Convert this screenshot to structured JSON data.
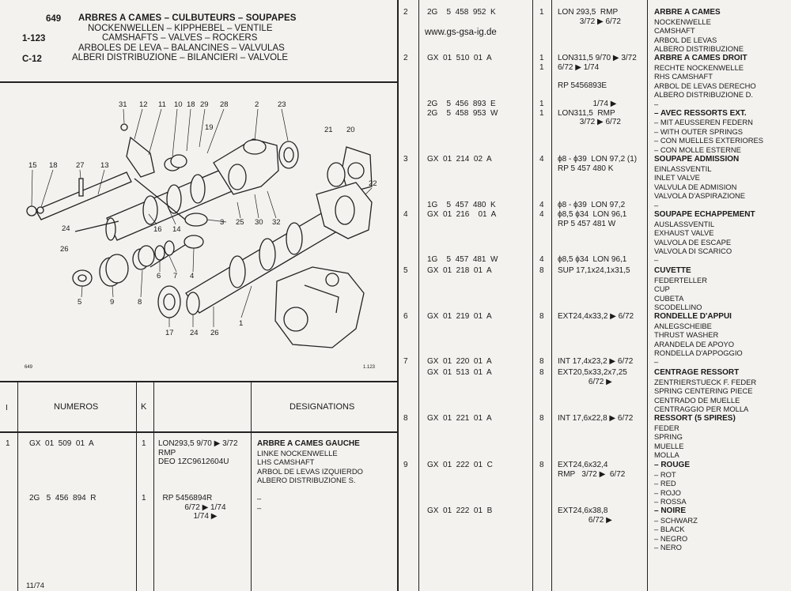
{
  "header": {
    "codes": [
      "649",
      "1-123",
      "",
      "C-12"
    ],
    "titles": [
      "ARBRES A CAMES – CULBUTEURS – SOUPAPES",
      "NOCKENWELLEN – KIPPHEBEL – VENTILE",
      "CAMSHAFTS – VALVES – ROCKERS",
      "ARBOLES DE LEVA – BALANCINES – VALVULAS",
      "ALBERI DISTRIBUZIONE – BILANCIERI – VALVOLE"
    ]
  },
  "diagram": {
    "callouts": [
      "31",
      "12",
      "11",
      "10",
      "18",
      "29",
      "28",
      "2",
      "23",
      "19",
      "21",
      "20",
      "15",
      "18",
      "27",
      "13",
      "22",
      "24",
      "16",
      "14",
      "3",
      "25",
      "30",
      "32",
      "26",
      "6",
      "7",
      "4",
      "5",
      "9",
      "8",
      "17",
      "24",
      "26",
      "1"
    ],
    "footnote_left": "649",
    "footnote_right": "1.123"
  },
  "table_left": {
    "headers": {
      "index": "I",
      "numeros": "NUMEROS",
      "k": "K",
      "designations": "DESIGNATIONS"
    },
    "rows": [
      {
        "idx": "1",
        "num": "GX  01  509  01  A",
        "k": "1",
        "spec": "LON293,5 9/70 ▶ 3/72\nRMP\nDEO 1ZC9612604U",
        "designation": [
          "ARBRE A CAMES GAUCHE",
          "LINKE NOCKENWELLE",
          "LHS CAMSHAFT",
          "ARBOL DE LEVAS IZQUIERDO",
          "ALBERO DISTRIBUZIONE S."
        ]
      },
      {
        "idx": "",
        "num": "2G   5  456  894  R",
        "k": "1",
        "spec": "  RP 5456894R\n            6/72 ▶ 1/74\n                1/74 ▶",
        "designation": [
          "",
          "–",
          "–"
        ]
      }
    ]
  },
  "footer": {
    "date": "11/74"
  },
  "website": "www.gs-gsa-ig.de",
  "table_right": [
    {
      "idx": "2",
      "num": "2G    5  458  952  K",
      "k": "1",
      "spec": "LON 293,5  RMP\n          3/72 ▶ 6/72",
      "designation": [
        "ARBRE A CAMES",
        "NOCKENWELLE",
        "CAMSHAFT",
        "ARBOL DE LEVAS",
        "ALBERO DISTRIBUZIONE"
      ]
    },
    {
      "idx": "2",
      "num": "GX  01  510  01  A",
      "k": "1\n1",
      "spec": "LON311,5 9/70 ▶ 3/72\n6/72 ▶ 1/74\n\nRP 5456893E",
      "designation": [
        "ARBRE A CAMES DROIT",
        "RECHTE NOCKENWELLE",
        "RHS CAMSHAFT",
        "ARBOL DE LEVAS DERECHO",
        "ALBERO DISTRIBUZIONE D."
      ]
    },
    {
      "idx": "",
      "num": "2G    5  456  893  E\n2G    5  458  953  W",
      "k": "1\n1",
      "spec": "                1/74 ▶\nLON311,5  RMP\n          3/72 ▶ 6/72",
      "designation": [
        "–",
        "– AVEC RESSORTS EXT.",
        "– MIT AEUSSEREN FEDERN",
        "– WITH OUTER SPRINGS",
        "– CON MUELLES EXTERIORES",
        "– CON MOLLE ESTERNE"
      ]
    },
    {
      "idx": "3",
      "num": "GX  01  214  02  A",
      "k": "4",
      "spec": "ϕ8 - ϕ39  LON 97,2 (1)\nRP 5 457 480 K",
      "designation": [
        "SOUPAPE ADMISSION",
        "EINLASSVENTIL",
        "INLET VALVE",
        "VALVULA DE ADMISION",
        "VALVOLA D'ASPIRAZIONE"
      ]
    },
    {
      "idx": "",
      "num": "1G    5  457  480  K",
      "k": "4",
      "spec": "ϕ8 - ϕ39  LON 97,2",
      "designation": [
        "–"
      ]
    },
    {
      "idx": "4",
      "num": "GX  01  216    01  A",
      "k": "4",
      "spec": "ϕ8,5 ϕ34  LON 96,1\nRP 5 457 481 W",
      "designation": [
        "SOUPAPE ECHAPPEMENT",
        "AUSLASSVENTIL",
        "EXHAUST VALVE",
        "VALVOLA DE ESCAPE",
        "VALVOLA DI SCARICO"
      ]
    },
    {
      "idx": "",
      "num": "1G    5  457  481  W",
      "k": "4",
      "spec": "ϕ8,5 ϕ34  LON 96,1",
      "designation": [
        "–"
      ]
    },
    {
      "idx": "5",
      "num": "GX  01  218  01  A",
      "k": "8",
      "spec": "SUP 17,1x24,1x31,5",
      "designation": [
        "CUVETTE",
        "FEDERTELLER",
        "CUP",
        "CUBETA",
        "SCODELLINO"
      ]
    },
    {
      "idx": "6",
      "num": "GX  01  219  01  A",
      "k": "8",
      "spec": "EXT24,4x33,2 ▶ 6/72",
      "designation": [
        "RONDELLE D'APPUI",
        "ANLEGSCHEIBE",
        "THRUST WASHER",
        "ARANDELA DE APOYO",
        "RONDELLA D'APPOGGIO"
      ]
    },
    {
      "idx": "7",
      "num": "GX  01  220  01  A",
      "k": "8",
      "spec": "INT 17,4x23,2 ▶ 6/72",
      "designation": [
        "–"
      ]
    },
    {
      "idx": "",
      "num": "GX  01  513  01  A",
      "k": "8",
      "spec": "EXT20,5x33,2x7,25\n              6/72 ▶",
      "designation": [
        "CENTRAGE RESSORT",
        "ZENTRIERSTUECK F. FEDER",
        "SPRING CENTERING PIECE",
        "CENTRADO DE MUELLE",
        "CENTRAGGIO PER MOLLA"
      ]
    },
    {
      "idx": "8",
      "num": "GX  01  221  01  A",
      "k": "8",
      "spec": "INT 17,6x22,8 ▶ 6/72",
      "designation": [
        "RESSORT (5 SPIRES)",
        "FEDER",
        "SPRING",
        "MUELLE",
        "MOLLA"
      ]
    },
    {
      "idx": "9",
      "num": "GX  01  222  01  C",
      "k": "8",
      "spec": "EXT24,6x32,4\nRMP   3/72 ▶  6/72",
      "designation": [
        "– ROUGE",
        "– ROT",
        "– RED",
        "– ROJO",
        "– ROSSA"
      ]
    },
    {
      "idx": "",
      "num": "GX  01  222  01  B",
      "k": "",
      "spec": "EXT24,6x38,8\n              6/72 ▶",
      "designation": [
        "– NOIRE",
        "– SCHWARZ",
        "– BLACK",
        "– NEGRO",
        "– NERO"
      ]
    }
  ]
}
